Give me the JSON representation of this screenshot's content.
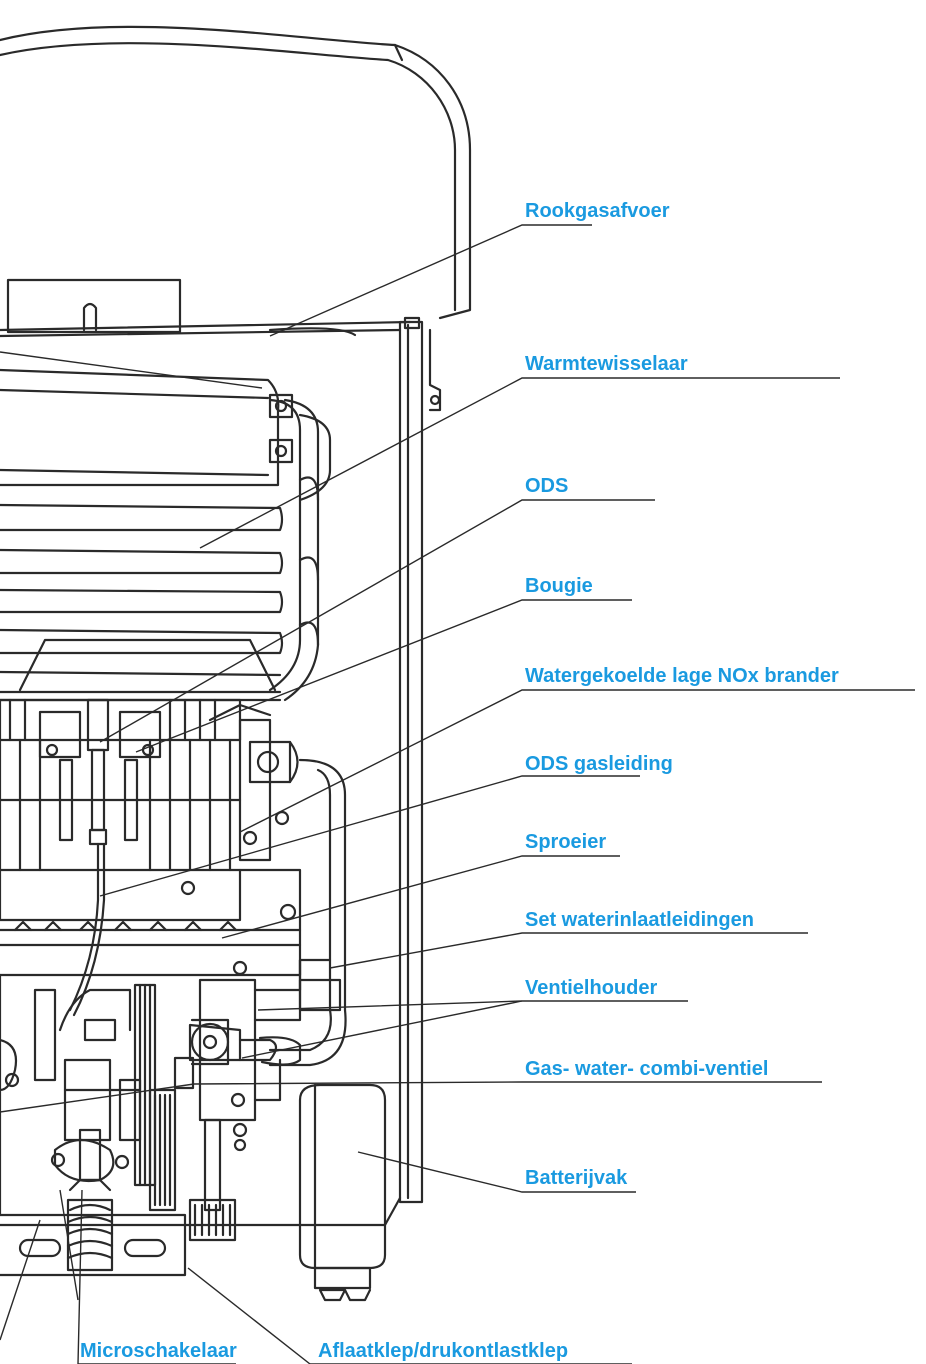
{
  "accent_color": "#1a9ae0",
  "line_color": "#2a2a2a",
  "labels": {
    "rookgasafvoer": "Rookgasafvoer",
    "warmtewisselaar": "Warmtewisselaar",
    "ods": "ODS",
    "bougie": "Bougie",
    "brander": "Watergekoelde lage NOx brander",
    "ods_gasleiding": "ODS gasleiding",
    "sproeier": "Sproeier",
    "waterinlaat": "Set waterinlaatleidingen",
    "ventielhouder": "Ventielhouder",
    "combi_ventiel": "Gas- water- combi-ventiel",
    "batterijvak": "Batterijvak",
    "microschakelaar": "Microschakelaar",
    "aflaatklep": "Aflaatklep/drukontlastklep"
  }
}
